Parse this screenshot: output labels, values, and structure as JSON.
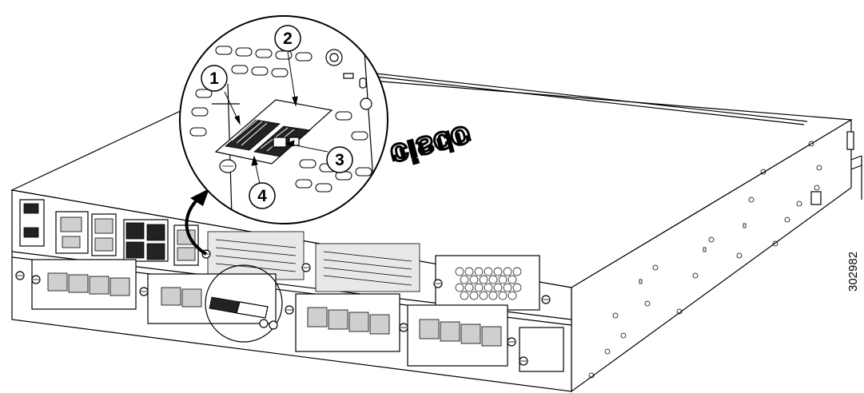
{
  "figure": {
    "brand_mark": "cisco",
    "figure_id": "302982",
    "callouts": [
      {
        "num": "1"
      },
      {
        "num": "2"
      },
      {
        "num": "3"
      },
      {
        "num": "4"
      }
    ],
    "icons": [
      "curved-arrow-icon",
      "callout-leader-icon",
      "screw-icon"
    ]
  }
}
